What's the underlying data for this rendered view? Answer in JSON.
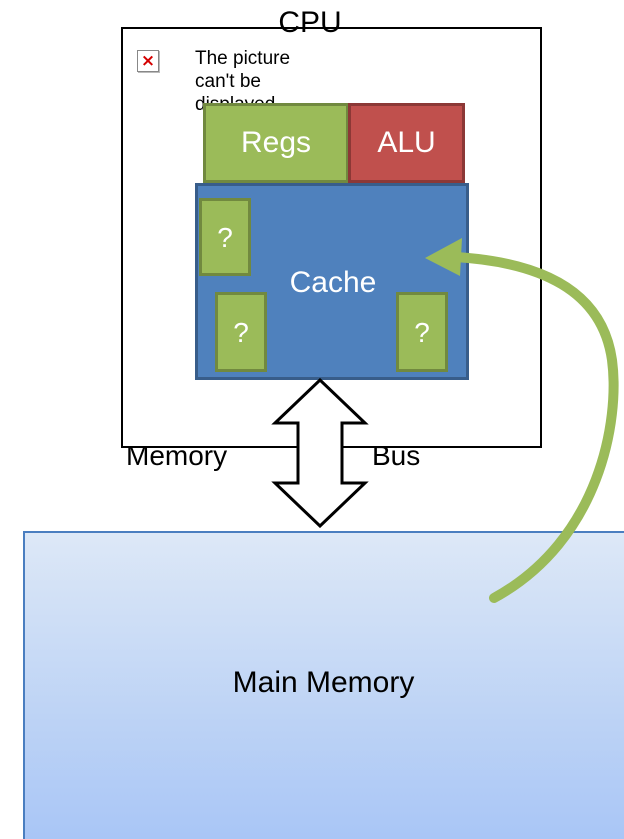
{
  "cpu": {
    "title": "CPU",
    "broken_image_text": "The picture can't be\ndisplayed.",
    "regs_label": "Regs",
    "alu_label": "ALU",
    "cache_label": "Cache",
    "cache_slots": [
      "?",
      "?",
      "?"
    ]
  },
  "bus": {
    "left_label": "Memory",
    "right_label": "Bus"
  },
  "main_memory": {
    "label": "Main Memory"
  },
  "colors": {
    "regs": "#9bbb59",
    "alu": "#c0504d",
    "cache": "#4f81bd",
    "arrow": "#9bbb59",
    "main_memory": "#bdd3f5"
  }
}
